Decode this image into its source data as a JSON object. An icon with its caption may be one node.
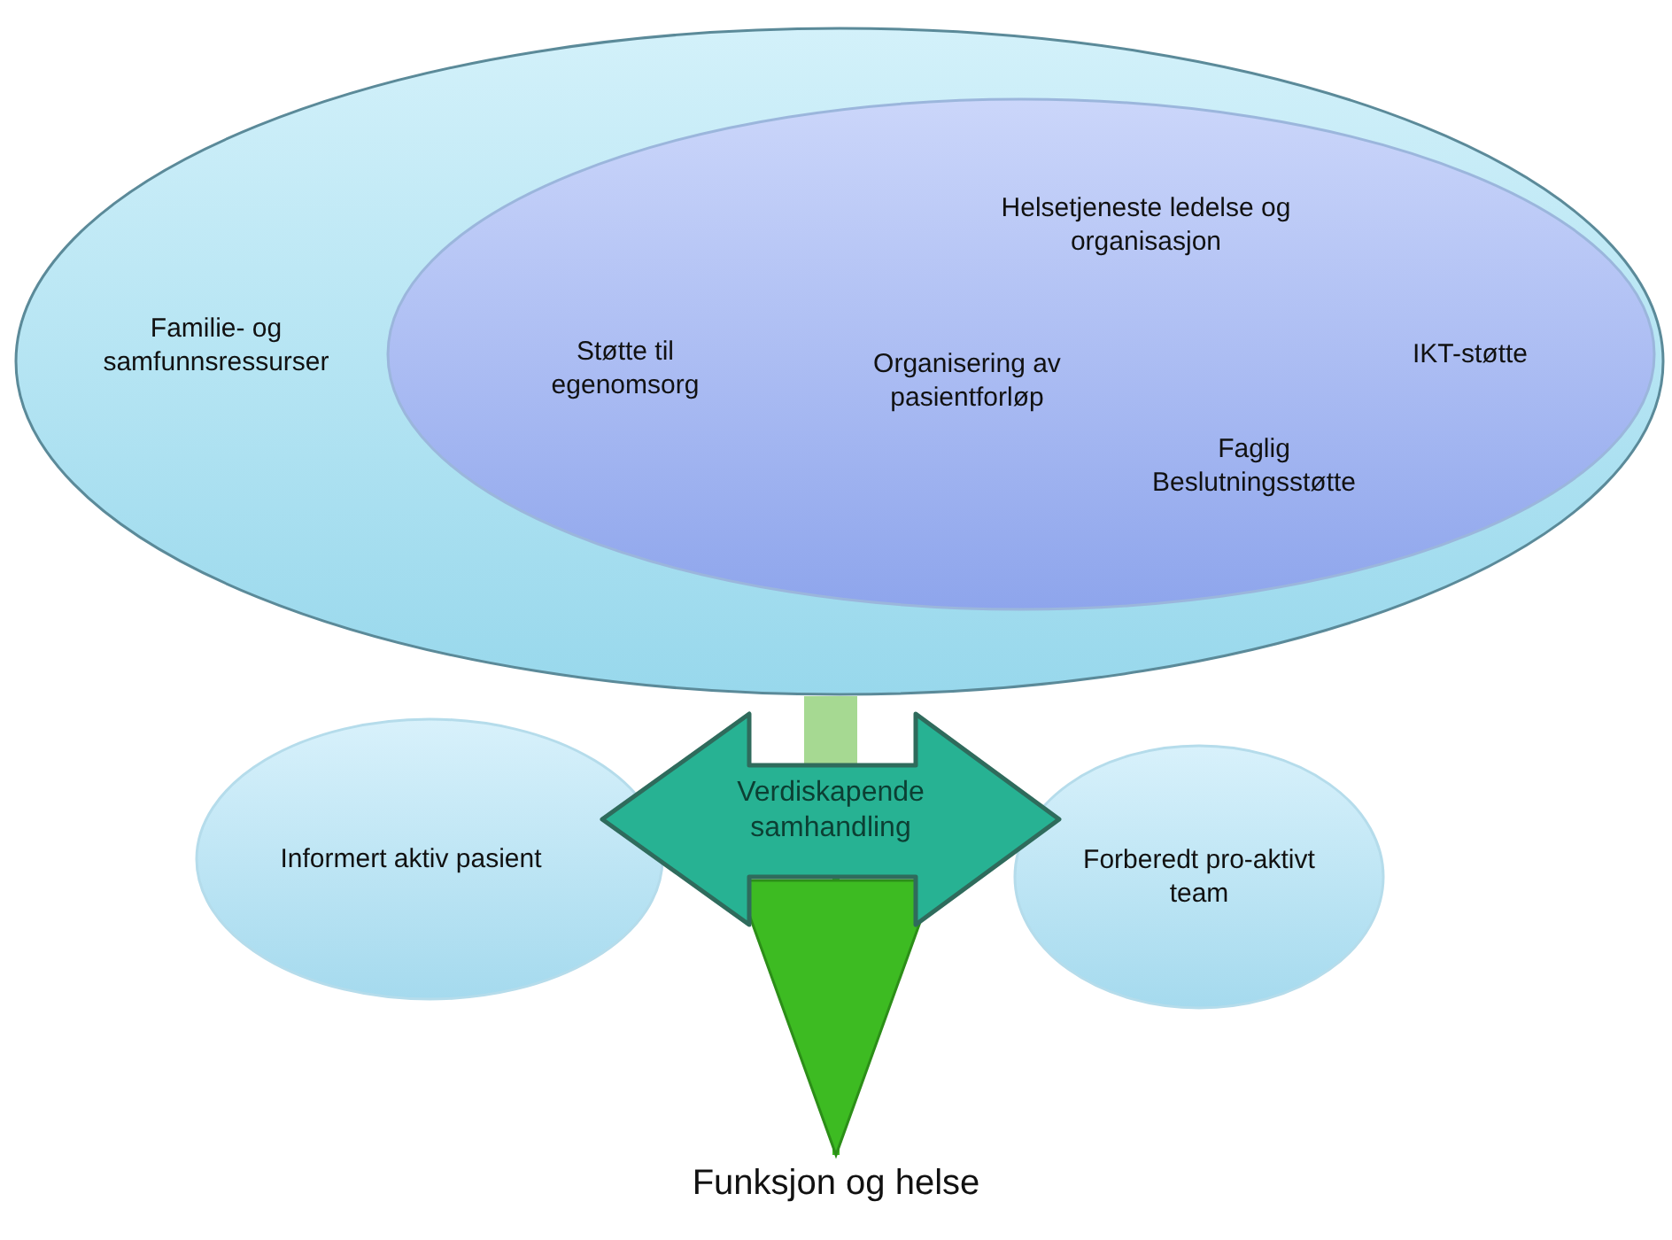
{
  "diagram": {
    "nodes": [
      {
        "text": [
          "Familie- og samfunnsressurser"
        ]
      },
      {
        "text": [
          "Helsetjeneste ledelse og organisasjon",
          "Støtte til egenomsorg",
          "Organisering av pasientforløp",
          "IKT-støtte",
          "Faglig Beslutningsstøtte"
        ],
        "in": 0
      },
      {
        "text": [
          "Informert aktiv pasient"
        ]
      },
      {
        "text": [
          "Verdiskapende samhandling"
        ]
      },
      {
        "text": [
          "Forberedt pro-aktivt team"
        ]
      },
      {
        "text": [
          "Funksjon og helse"
        ]
      }
    ],
    "edges": [
      {
        "from": 0,
        "to": 3,
        "arrow": "none",
        "style": "thick",
        "color": "#a6d992"
      },
      {
        "from": 3,
        "to": 5,
        "arrow": "to",
        "color": "#3dbb22"
      }
    ]
  }
}
